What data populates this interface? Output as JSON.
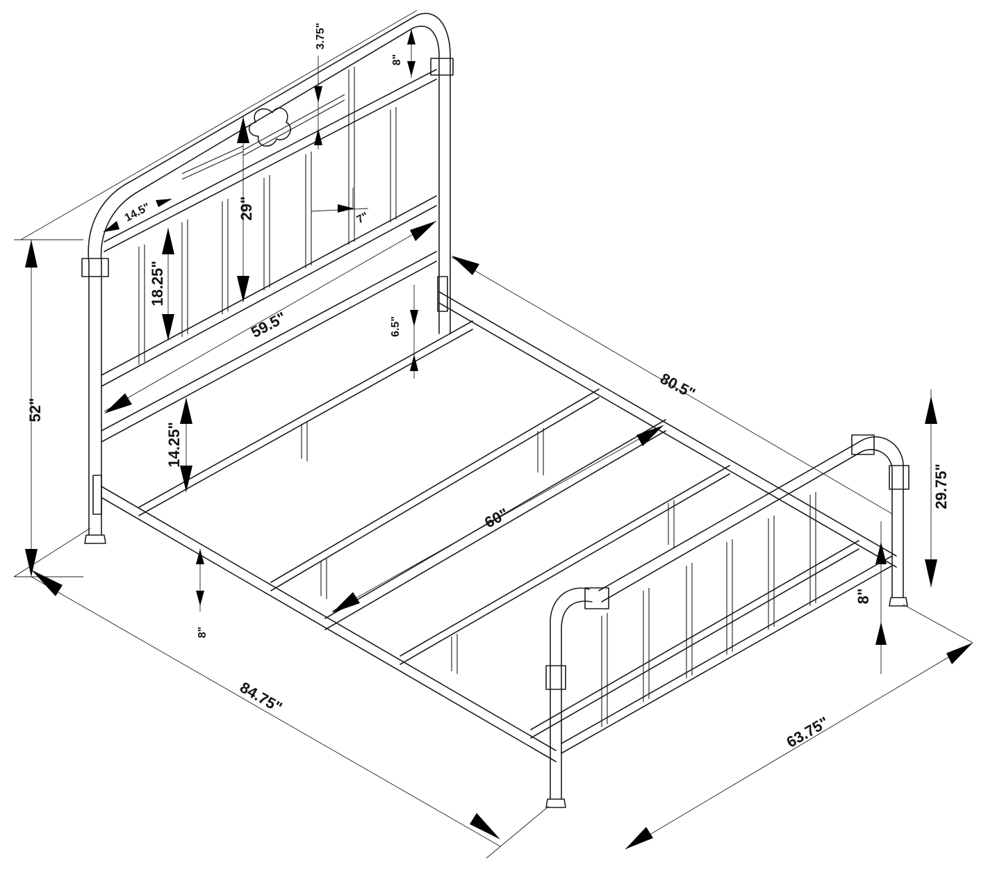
{
  "labels": {
    "headboard_height": "52\"",
    "finial_cap": "3.75\"",
    "headboard_top_gap": "8\"",
    "headboard_panel_height": "29\"",
    "headboard_arch_width": "14.5\"",
    "spindle_spacing": "7\"",
    "spindle_lower_height": "18.25\"",
    "headboard_width": "59.5\"",
    "side_rail_offset": "6.5\"",
    "rail_to_headboard": "14.25\"",
    "inner_length": "80.5\"",
    "inner_width": "60\"",
    "leg_clearance_front": "8\"",
    "footboard_height": "29.75\"",
    "leg_clearance_foot": "8\"",
    "overall_length": "84.75\"",
    "overall_width": "63.75\""
  },
  "colors": {
    "line": "#1a1a1a",
    "arrow": "#000000",
    "background": "#ffffff"
  }
}
